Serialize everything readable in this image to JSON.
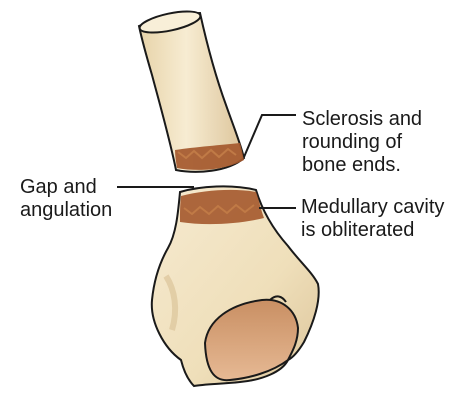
{
  "labels": {
    "sclerosis": "Sclerosis and\nrounding of\nbone ends.",
    "gap": "Gap and\nangulation",
    "medullary": "Medullary cavity\nis obliterated"
  },
  "colors": {
    "bone_fill": "#f3e5c4",
    "bone_shadow": "#dcc49a",
    "sclerosis_band": "#a4582c",
    "fossa_fill": "#d9a77e",
    "outline": "#1a1a1a"
  }
}
